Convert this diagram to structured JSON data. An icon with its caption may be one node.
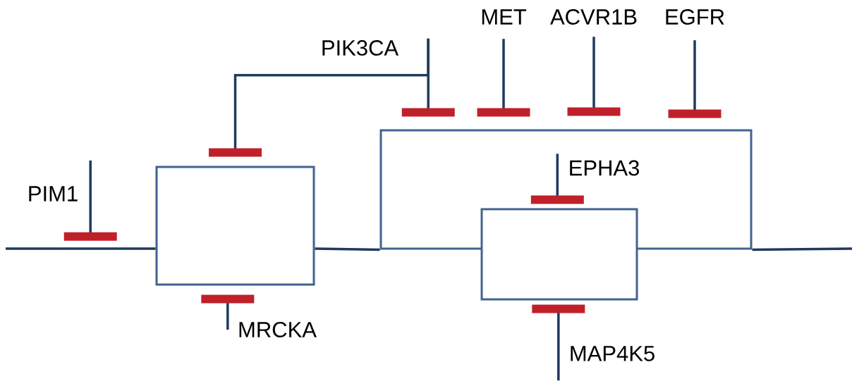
{
  "diagram": {
    "nodes": [
      {
        "text": [
          "PIK3CA"
        ]
      },
      {
        "text": [
          "MET"
        ]
      },
      {
        "text": [
          "ACVR1B"
        ]
      },
      {
        "text": [
          "EGFR"
        ]
      },
      {
        "text": [
          "EPHA3"
        ],
        "in": 7
      },
      {
        "text": [
          "PIM1"
        ]
      },
      {
        "text": [],
        "shape": "box"
      },
      {
        "text": [],
        "shape": "box"
      },
      {
        "text": [],
        "shape": "box"
      },
      {
        "text": [
          "MRCKA"
        ]
      },
      {
        "text": [
          "MAP4K5"
        ]
      }
    ],
    "edges": [
      {
        "from": null,
        "to": 6,
        "arrow": "none"
      },
      {
        "from": 6,
        "to": 7,
        "arrow": "none"
      },
      {
        "from": 7,
        "to": null,
        "arrow": "none"
      },
      {
        "from": 5,
        "to": null,
        "arrow": "other"
      },
      {
        "from": 9,
        "to": 6,
        "arrow": "other"
      },
      {
        "from": 0,
        "to": 6,
        "arrow": "other"
      },
      {
        "from": 0,
        "to": 7,
        "arrow": "other"
      },
      {
        "from": 1,
        "to": 7,
        "arrow": "other"
      },
      {
        "from": 2,
        "to": 7,
        "arrow": "other"
      },
      {
        "from": 3,
        "to": 7,
        "arrow": "other"
      },
      {
        "from": 4,
        "to": 8,
        "arrow": "other"
      },
      {
        "from": 10,
        "to": 8,
        "arrow": "other"
      }
    ]
  }
}
